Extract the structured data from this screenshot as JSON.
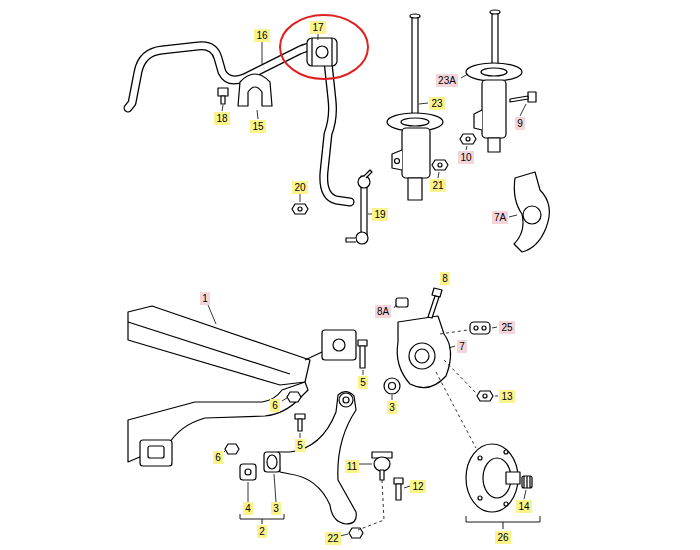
{
  "diagram": {
    "nodes": [
      {
        "text": [
          "17"
        ]
      },
      {
        "text": [
          "16"
        ]
      },
      {
        "text": [
          "23A"
        ]
      },
      {
        "text": [
          "23"
        ]
      },
      {
        "text": [
          "18"
        ]
      },
      {
        "text": [
          "9"
        ]
      },
      {
        "text": [
          "15"
        ]
      },
      {
        "text": [
          "10"
        ]
      },
      {
        "text": [
          "21"
        ]
      },
      {
        "text": [
          "20"
        ]
      },
      {
        "text": [
          "19"
        ]
      },
      {
        "text": [
          "7A"
        ]
      },
      {
        "text": [
          "8"
        ]
      },
      {
        "text": [
          "1"
        ]
      },
      {
        "text": [
          "8A"
        ]
      },
      {
        "text": [
          "25"
        ]
      },
      {
        "text": [
          "7"
        ]
      },
      {
        "text": [
          "5"
        ]
      },
      {
        "text": [
          "13"
        ]
      },
      {
        "text": [
          "6"
        ]
      },
      {
        "text": [
          "3"
        ]
      },
      {
        "text": [
          "5"
        ]
      },
      {
        "text": [
          "6"
        ]
      },
      {
        "text": [
          "11"
        ]
      },
      {
        "text": [
          "12"
        ]
      },
      {
        "text": [
          "14"
        ]
      },
      {
        "text": [
          "4"
        ]
      },
      {
        "text": [
          "3"
        ]
      },
      {
        "text": [
          "2"
        ]
      },
      {
        "text": [
          "26"
        ]
      },
      {
        "text": [
          "22"
        ]
      }
    ]
  }
}
